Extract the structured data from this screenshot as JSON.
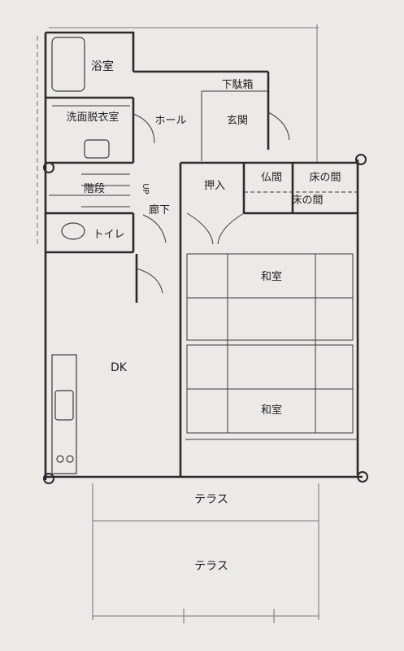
{
  "rooms": {
    "bath": "浴室",
    "dressing": "洗面脱衣室",
    "hall": "ホール",
    "shoe_box": "下駄箱",
    "entrance": "玄関",
    "stairs": "階段",
    "up": "UP",
    "corridor": "廊下",
    "closet": "押入",
    "butsuma": "仏間",
    "tokonoma_1": "床の間",
    "tokonoma_2": "床の間",
    "toilet": "トイレ",
    "washitsu_1": "和室",
    "washitsu_2": "和室",
    "dk": "DK",
    "terrace_1": "テラス",
    "terrace_2": "テラス"
  },
  "colors": {
    "line": "#2a2a2a",
    "paper": "#eceae6"
  }
}
